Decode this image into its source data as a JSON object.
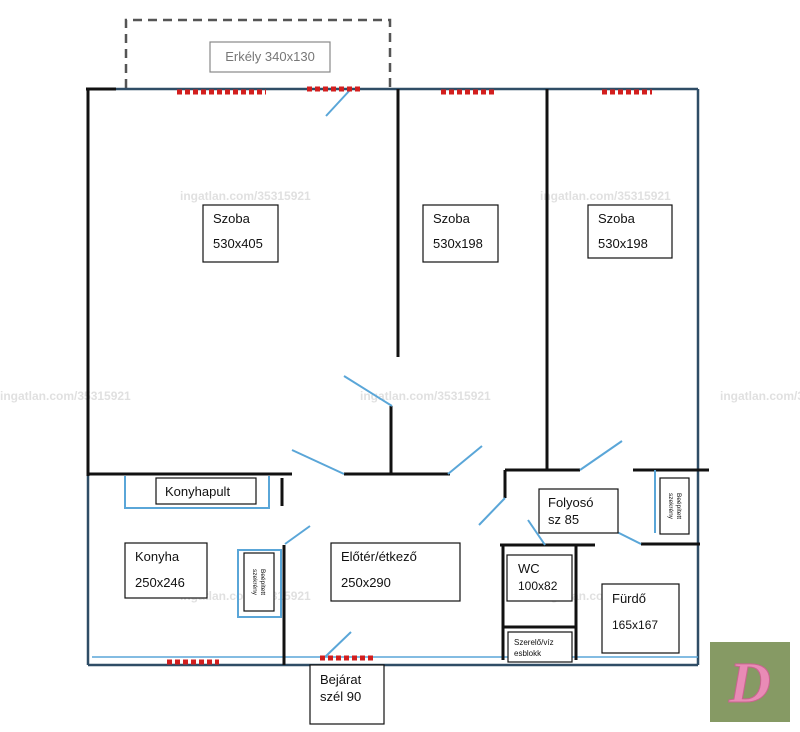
{
  "balcony": {
    "label": "Erkély 340x130"
  },
  "rooms": [
    {
      "name": "Szoba",
      "size": "530x405"
    },
    {
      "name": "Szoba",
      "size": "530x198"
    },
    {
      "name": "Szoba",
      "size": "530x198"
    },
    {
      "name": "Konyha",
      "size": "250x246"
    },
    {
      "name": "Előtér/étkező",
      "size": "250x290"
    },
    {
      "name": "Folyosó",
      "size": "sz 85"
    },
    {
      "name": "WC",
      "size": "100x82"
    },
    {
      "name": "Fürdő",
      "size": "165x167"
    }
  ],
  "fixtures": {
    "counter": "Konyhapult",
    "closet_line1": "Beépített",
    "closet_line2": "szekrény",
    "utility_line1": "Szerelő/víz",
    "utility_line2": "esblokk"
  },
  "entrance": {
    "line1": "Bejárat",
    "line2": "szél 90"
  },
  "watermark": "ingatlan.com/35315921",
  "logo": {
    "letter": "D",
    "letter_color": "#e98bb6",
    "background_color": "#7a8f58"
  },
  "colors": {
    "outer_wall": "#2f4d66",
    "door": "#5aa6d8",
    "window": "#d21e1e",
    "wall": "#111111"
  }
}
